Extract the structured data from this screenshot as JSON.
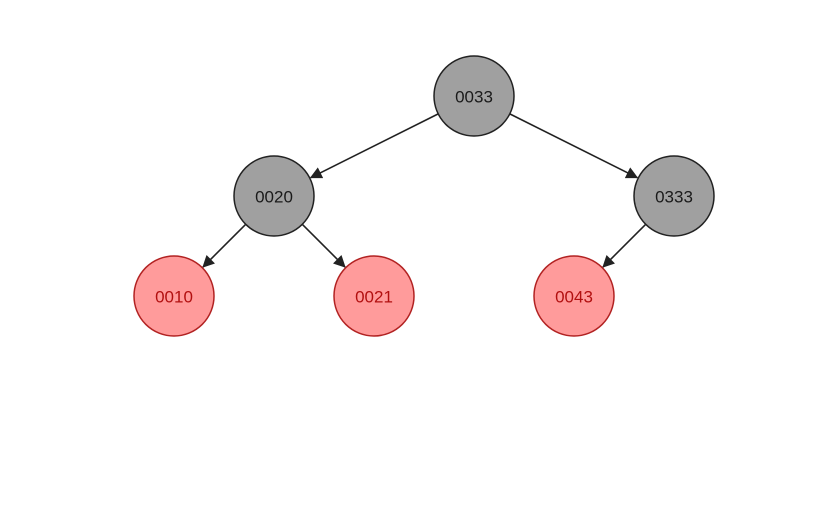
{
  "tree": {
    "colors": {
      "black_fill": "#a0a0a0",
      "black_stroke": "#222222",
      "black_text": "#1a1a1a",
      "red_fill": "#ff9b9b",
      "red_stroke": "#b22222",
      "red_text": "#b21010",
      "edge": "#222222",
      "background": "#ffffff"
    },
    "nodes": [
      {
        "id": "n0033",
        "label": "0033",
        "color": "black"
      },
      {
        "id": "n0020",
        "label": "0020",
        "color": "black"
      },
      {
        "id": "n0333",
        "label": "0333",
        "color": "black"
      },
      {
        "id": "n0010",
        "label": "0010",
        "color": "red"
      },
      {
        "id": "n0021",
        "label": "0021",
        "color": "red"
      },
      {
        "id": "n0043",
        "label": "0043",
        "color": "red"
      }
    ],
    "edges": [
      {
        "from": "n0033",
        "to": "n0020"
      },
      {
        "from": "n0033",
        "to": "n0333"
      },
      {
        "from": "n0020",
        "to": "n0010"
      },
      {
        "from": "n0020",
        "to": "n0021"
      },
      {
        "from": "n0333",
        "to": "n0043"
      }
    ]
  }
}
